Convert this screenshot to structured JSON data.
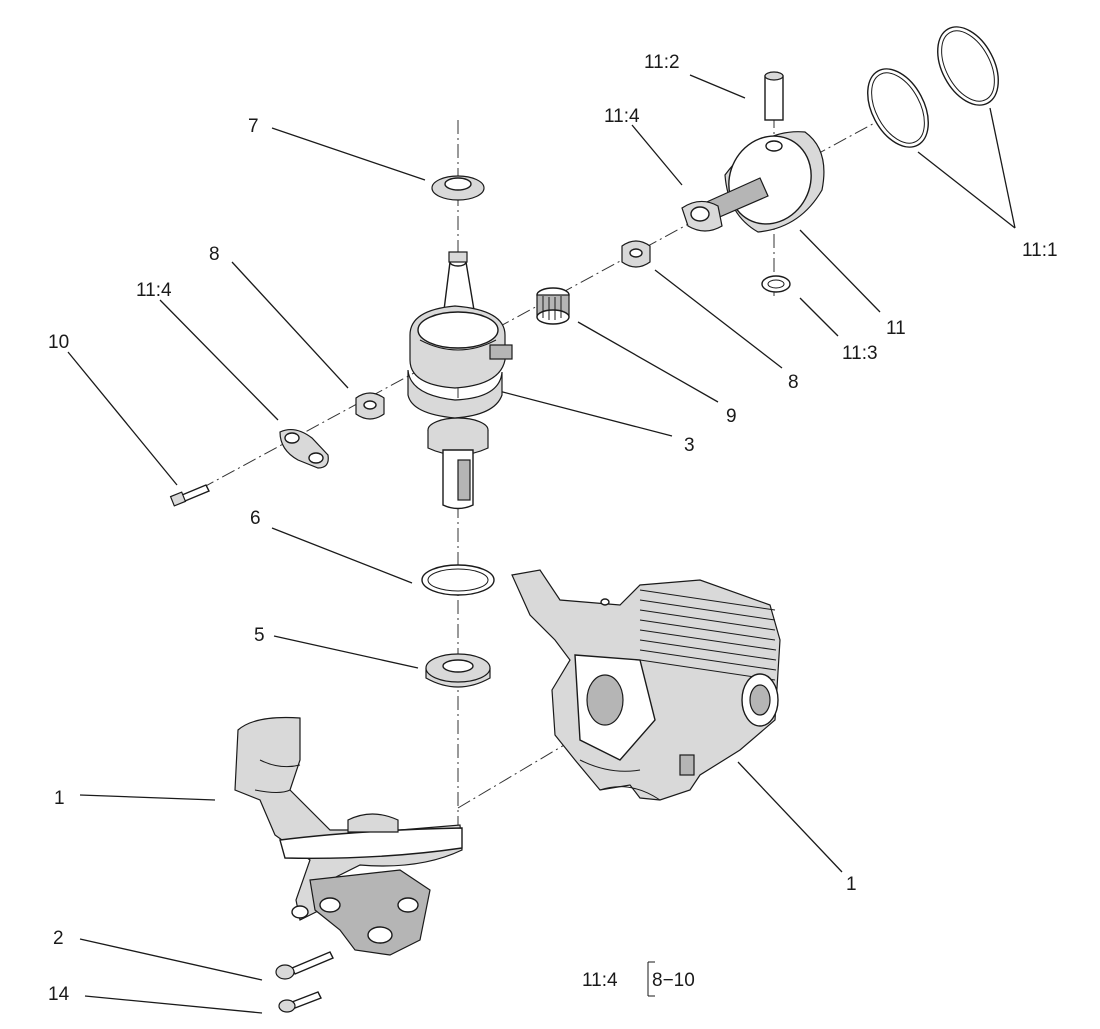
{
  "callouts": [
    {
      "id": "c-11-2",
      "text": "11:2"
    },
    {
      "id": "c-7",
      "text": "7"
    },
    {
      "id": "c-11-4-top",
      "text": "11:4"
    },
    {
      "id": "c-11-1",
      "text": "11:1"
    },
    {
      "id": "c-8-left",
      "text": "8"
    },
    {
      "id": "c-11-4-left",
      "text": "11:4"
    },
    {
      "id": "c-10",
      "text": "10"
    },
    {
      "id": "c-11",
      "text": "11"
    },
    {
      "id": "c-11-3",
      "text": "11:3"
    },
    {
      "id": "c-8-right",
      "text": "8"
    },
    {
      "id": "c-9",
      "text": "9"
    },
    {
      "id": "c-3",
      "text": "3"
    },
    {
      "id": "c-6",
      "text": "6"
    },
    {
      "id": "c-5",
      "text": "5"
    },
    {
      "id": "c-1-left",
      "text": "1"
    },
    {
      "id": "c-1-right",
      "text": "1"
    },
    {
      "id": "c-2",
      "text": "2"
    },
    {
      "id": "c-14",
      "text": "14"
    }
  ],
  "note": {
    "prefix": "11:4",
    "range": "8−10"
  }
}
